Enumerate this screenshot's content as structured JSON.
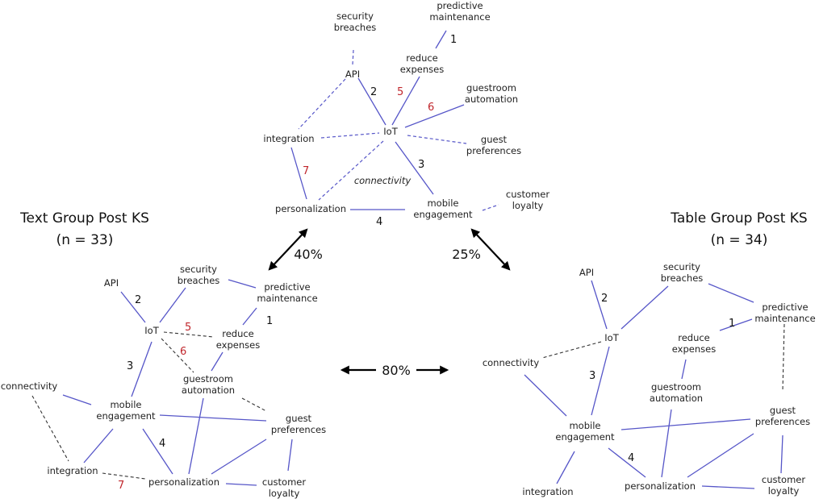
{
  "headings": {
    "text_group_title": "Text Group Post KS",
    "text_group_n": "(n = 33)",
    "table_group_title": "Table Group Post KS",
    "table_group_n": "(n = 34)"
  },
  "percentages": {
    "top_left": "40%",
    "top_right": "25%",
    "bottom": "80%"
  },
  "center_label": "connectivity",
  "nodes": {
    "security_breaches": [
      "security",
      "breaches"
    ],
    "predictive_maintenance": [
      "predictive",
      "maintenance"
    ],
    "reduce_expenses": [
      "reduce",
      "expenses"
    ],
    "guestroom_automation": [
      "guestroom",
      "automation"
    ],
    "guest_preferences": [
      "guest",
      "preferences"
    ],
    "mobile_engagement": [
      "mobile",
      "engagement"
    ],
    "customer_loyalty": [
      "customer",
      "loyalty"
    ],
    "api": "API",
    "iot": "IoT",
    "integration": "integration",
    "personalization": "personalization",
    "connectivity": "connectivity"
  },
  "edge_numbers": {
    "n1": "1",
    "n2": "2",
    "n3": "3",
    "n4": "4",
    "n5": "5",
    "n6": "6",
    "n7": "7"
  }
}
